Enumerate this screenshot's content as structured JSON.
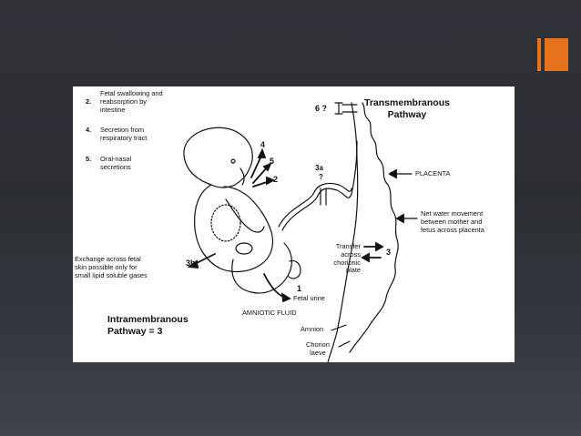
{
  "slide": {
    "accent_color": "#e8731d",
    "background_color": "#2f3338"
  },
  "diagram": {
    "legend": [
      {
        "num": "2.",
        "text": "Fetal swallowing and\nreabsorption by\nintestine"
      },
      {
        "num": "4.",
        "text": "Secretion from\nrespiratory tract"
      },
      {
        "num": "5.",
        "text": "Oral-nasal\nsecretions"
      }
    ],
    "transmembranous_title": "Transmembranous\nPathway",
    "intramembranous_title": "Intramembranous\nPathway = 3",
    "labels": {
      "six_q": "6 ?",
      "four": "4",
      "five": "5",
      "two": "2",
      "three_a": "3a",
      "three_a_q": "?",
      "placenta": "PLACENTA",
      "net_water": "Net water movement\nbetween mother and\nfetus across placenta",
      "exchange": "Exchange across fetal\nskin possible only for\nsmall lipid soluble gases",
      "three_b": "3b",
      "transfer": "Transfer\nacross\nchorionic\nplate",
      "three": "3",
      "one": "1",
      "fetal_urine": "Fetal urine",
      "amniotic_fluid": "AMNIOTIC FLUID",
      "amnion": "Amnion",
      "chorion": "Chorion\nlaeve"
    }
  }
}
